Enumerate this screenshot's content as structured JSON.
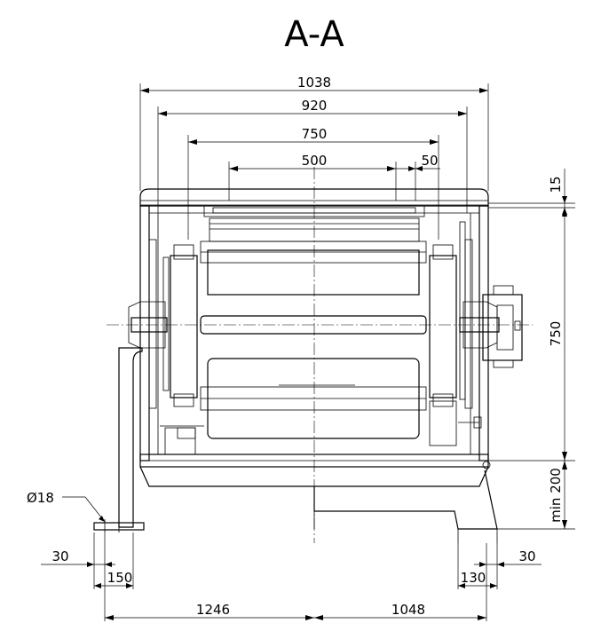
{
  "section_title": "A-A",
  "dimensions": {
    "overall_width": "1038",
    "inner_width": "920",
    "roller_span": "750",
    "roll_length": "500",
    "offset": "50",
    "top_thickness": "15",
    "height": "750",
    "min_clearance": "min 200",
    "foot_hole": "Ø18",
    "foot_left_edge": "30",
    "foot_left_width": "150",
    "foot_right_edge": "30",
    "foot_right_width": "130",
    "left_base": "1246",
    "right_base": "1048"
  }
}
